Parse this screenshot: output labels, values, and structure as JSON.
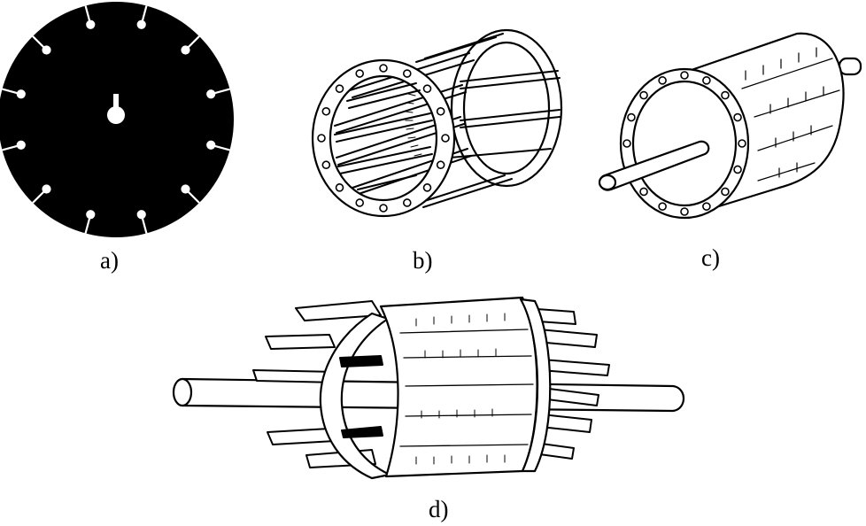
{
  "figure": {
    "colors": {
      "ink": "#000000",
      "paper": "#ffffff"
    },
    "panels": [
      {
        "id": "a",
        "caption": "a)",
        "icon": "lamination-disc-icon"
      },
      {
        "id": "b",
        "caption": "b)",
        "icon": "squirrel-cage-icon"
      },
      {
        "id": "c",
        "caption": "c)",
        "icon": "assembled-rotor-icon"
      },
      {
        "id": "d",
        "caption": "d)",
        "icon": "rotor-core-with-shaft-icon"
      }
    ]
  }
}
